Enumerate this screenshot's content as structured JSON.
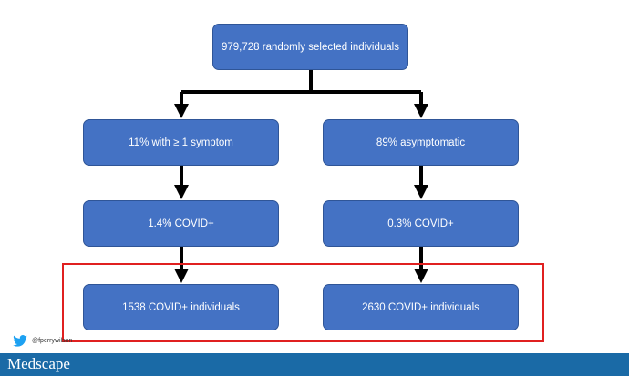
{
  "flowchart": {
    "root": "979,728 randomly selected individuals",
    "left_branch": {
      "level1": "11% with ≥ 1 symptom",
      "level2": "1.4% COVID+",
      "level3": "1538 COVID+ individuals"
    },
    "right_branch": {
      "level1": "89% asymptomatic",
      "level2": "0.3% COVID+",
      "level3": "2630 COVID+ individuals"
    }
  },
  "colors": {
    "box_fill": "#4472c4",
    "box_border": "#2f5597",
    "arrow": "#000000",
    "highlight": "#e02020",
    "footer": "#1a6aa6"
  },
  "credit": {
    "handle": "@fperrywilson",
    "icon": "twitter-bird-icon"
  },
  "footer": {
    "logo": "Medscape"
  }
}
